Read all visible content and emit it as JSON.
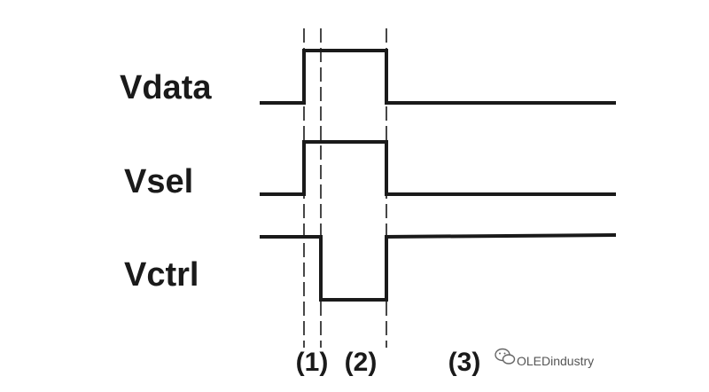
{
  "signals": [
    {
      "id": "vdata",
      "label": "Vdata"
    },
    {
      "id": "vsel",
      "label": "Vsel"
    },
    {
      "id": "vctrl",
      "label": "Vctrl"
    }
  ],
  "phases": [
    "(1)",
    "(2)",
    "(3)"
  ],
  "watermark": {
    "icon": "wechat-icon",
    "text": "OLEDindustry"
  },
  "colors": {
    "line": "#1a1a1a",
    "watermark": "#555555"
  }
}
